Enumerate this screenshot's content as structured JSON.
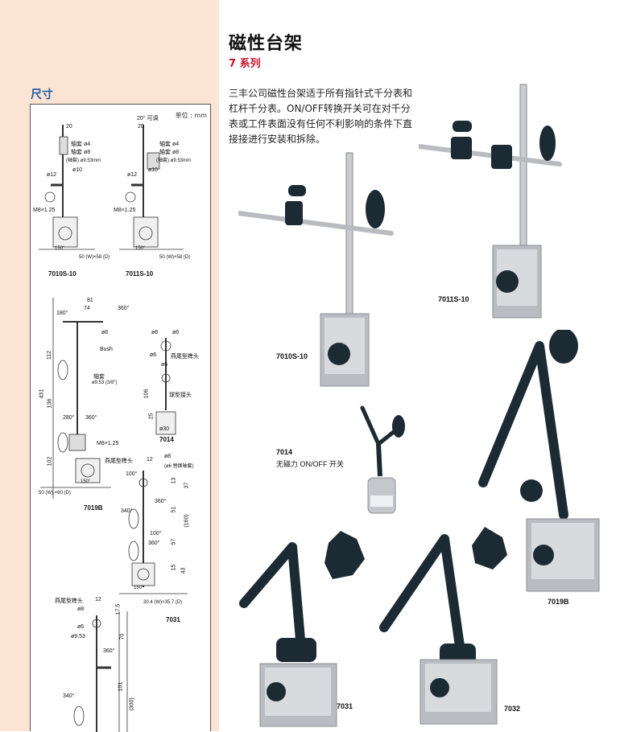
{
  "header": {
    "title": "磁性台架",
    "series": "7 系列"
  },
  "description": "三丰公司磁性台架适于所有指针式千分表和杠杆千分表。ON/OFF转换开关可在对千分表或工件表面没有任何不利影响的条件下直接接进行安装和拆除。",
  "dimensions": {
    "title": "尺寸",
    "unit": "单位 : mm",
    "models": [
      "7010S-10",
      "7011S-10",
      "7019B",
      "7014",
      "7031"
    ],
    "annotations": {
      "top_a": [
        "20",
        "轴套 ø4",
        "轴套 ø8",
        "(轴套) ø9.53mm",
        "ø12",
        "ø10",
        "M8×1.25",
        "50 (W)×58 (D)",
        "150°"
      ],
      "top_b": [
        "20° 可调",
        "20",
        "轴套 ø4",
        "轴套 ø8",
        "(轴套) ø9.53mm",
        "ø12",
        "ø10",
        "M8×1.25",
        "50 (W)×58 (D)",
        "150°"
      ],
      "mid": [
        "81",
        "74",
        "180°",
        "360°",
        "ø8",
        "Bush",
        "轴套",
        "ø9.53 (3/8\")",
        "280°",
        "360°",
        "M8×1.25",
        "50 (W) ×60 (D)",
        "150°",
        "431",
        "112",
        "136",
        "102"
      ],
      "m7014": [
        "ø8",
        "ø6",
        "ø6",
        "燕尾型榫头",
        "ø6",
        "球型接头",
        "106",
        "25",
        "ø30"
      ],
      "m7031": [
        "燕尾型榫头",
        "12",
        "ø8",
        "(ø6 替换轴套)",
        "100°",
        "360°",
        "340°",
        "100°",
        "360°",
        "150°",
        "30.4 (W)×35.7 (D)",
        "13",
        "37",
        "51",
        "57",
        "(160)",
        "15",
        "43"
      ],
      "bottom": [
        "燕尾型榫头",
        "12",
        "ø8",
        "ø6",
        "ø9.53",
        "17.5",
        "70",
        "360°",
        "340°",
        "101",
        "(300)"
      ]
    }
  },
  "products": {
    "p7010": {
      "label": "7010S-10"
    },
    "p7011": {
      "label": "7011S-10"
    },
    "p7014": {
      "label": "7014",
      "note": "无磁力 ON/OFF 开关"
    },
    "p7019": {
      "label": "7019B"
    },
    "p7031": {
      "label": "7031"
    },
    "p7032": {
      "label": "7032"
    }
  },
  "colors": {
    "sidebar_bg": "#fbe4d3",
    "accent_blue": "#1f5aa6",
    "accent_red": "#c8102e"
  }
}
